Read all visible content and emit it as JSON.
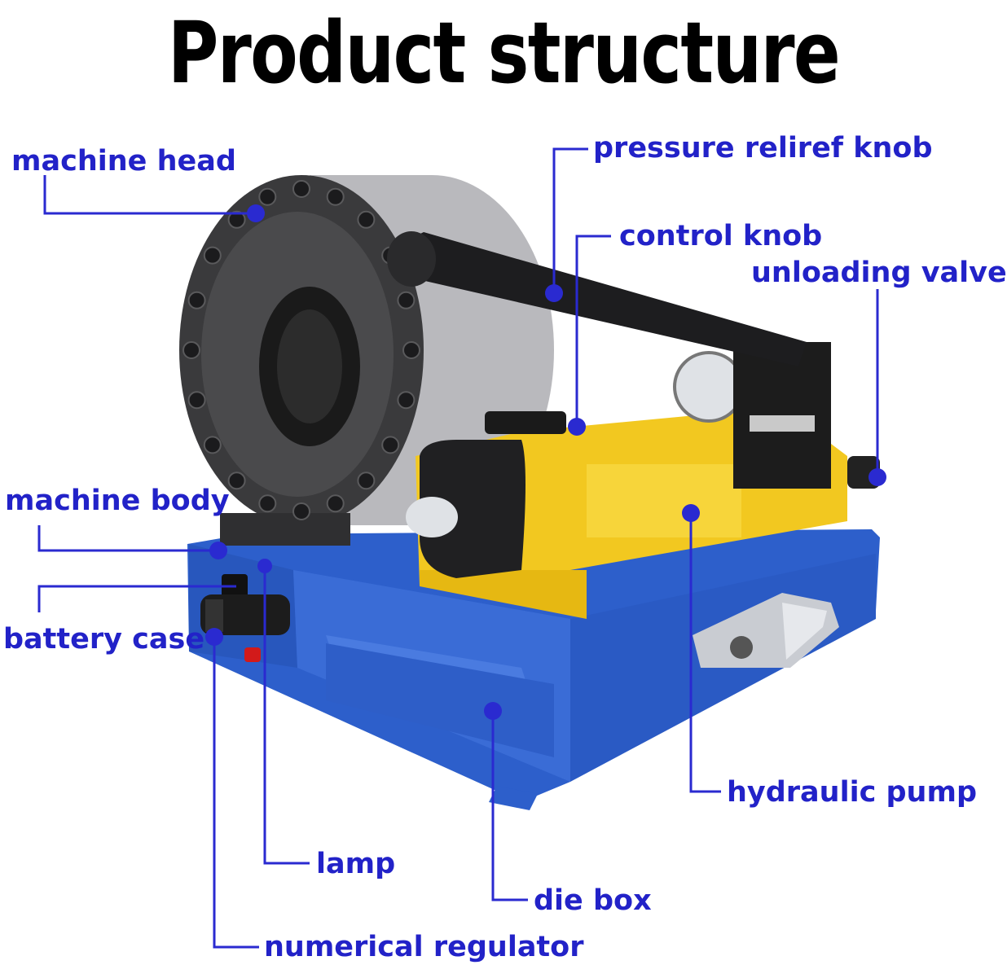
{
  "title": "Product structure",
  "colors": {
    "label": "#2222c8",
    "leader": "#2a2ad0",
    "body_blue": "#2d5fcb",
    "pump_yellow": "#f2c820",
    "head_dark": "#3a3a3c",
    "head_steel": "#b9b9bd"
  },
  "labels": {
    "machine_head": "machine head",
    "pressure_relief_knob": "pressure reliref knob",
    "control_knob": "control knob",
    "unloading_valve": "unloading valve",
    "machine_body": "machine body",
    "battery_case": "battery case",
    "hydraulic_pump": "hydraulic pump",
    "lamp": "lamp",
    "die_box": "die box",
    "numerical_regulator": "numerical regulator"
  }
}
